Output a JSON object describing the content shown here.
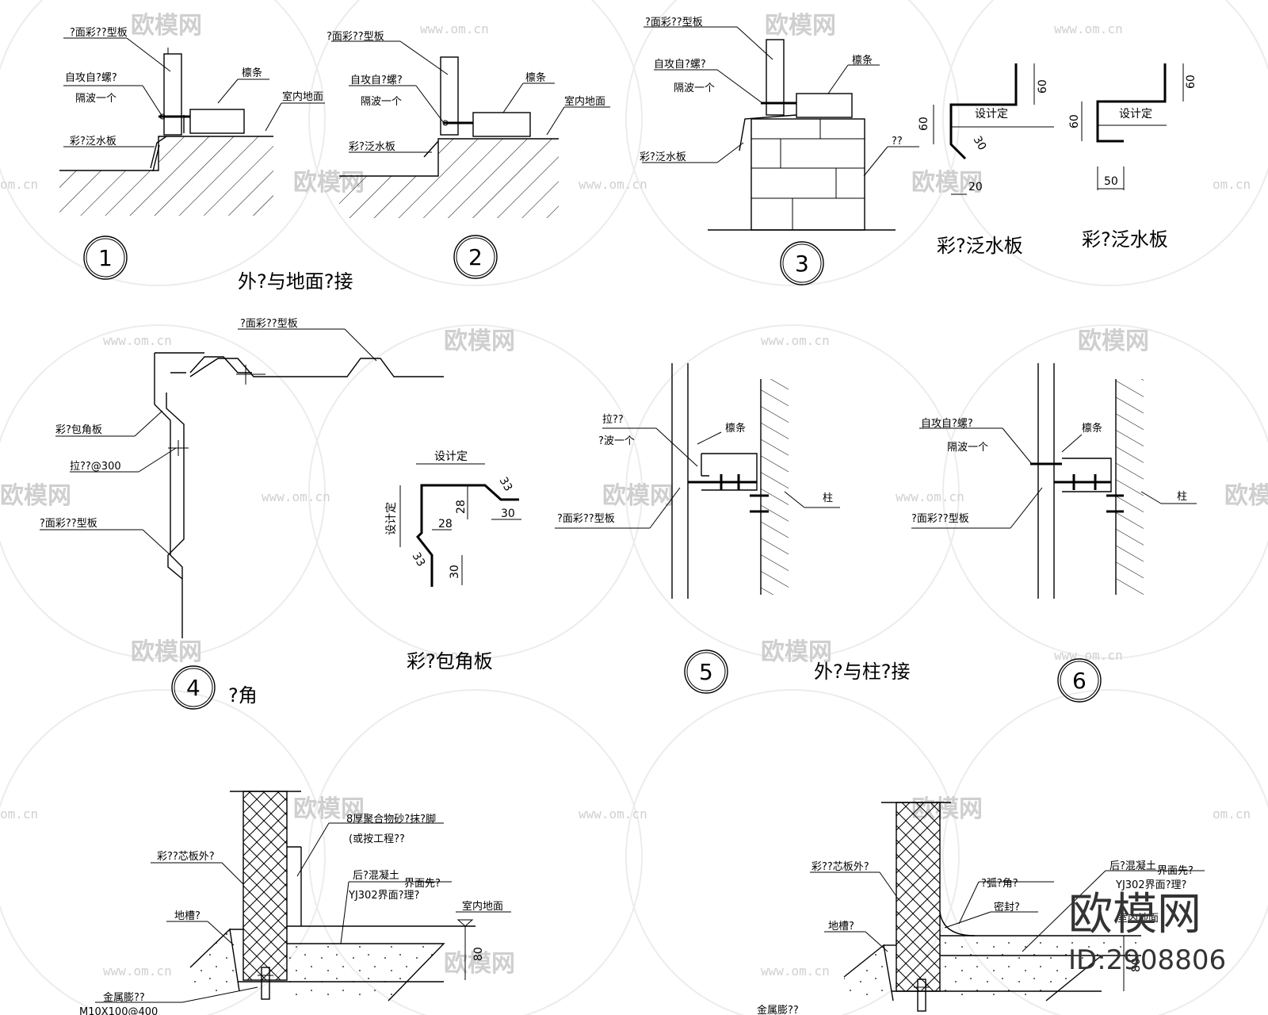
{
  "watermark": {
    "brand": "欧模网",
    "url": "www.om.cn",
    "url_short": "om.cn",
    "corner_brand": "欧模网",
    "corner_id": "ID:2908806"
  },
  "details": {
    "d1": {
      "number": "1",
      "labels": {
        "panel": "?面彩??型板",
        "screw": "自攻自?螺?",
        "gap": "隔波一个",
        "purlin": "檩条",
        "floor": "室内地面",
        "flashing": "彩?泛水板"
      }
    },
    "d2": {
      "number": "2",
      "labels": {
        "panel": "?面彩??型板",
        "screw": "自攻自?螺?",
        "gap": "隔波一个",
        "purlin": "檩条",
        "floor": "室内地面",
        "flashing": "彩?泛水板"
      }
    },
    "caption_12": "外?与地面?接",
    "d3": {
      "number": "3",
      "labels": {
        "panel": "?面彩??型板",
        "screw": "自攻自?螺?",
        "gap": "隔波一个",
        "purlin": "檩条",
        "flashing": "彩?泛水板",
        "wall": "??"
      }
    },
    "flashing_a": {
      "caption": "彩?泛水板",
      "dim_h": "60",
      "dim_v": "60",
      "dim_diag": "30",
      "dim_b": "20",
      "design": "设计定"
    },
    "flashing_b": {
      "caption": "彩?泛水板",
      "dim_h": "60",
      "dim_v": "60",
      "dim_b": "50",
      "design": "设计定"
    },
    "d4": {
      "number": "4",
      "caption": "?角",
      "labels": {
        "panel_top": "?面彩??型板",
        "corner": "彩?包角板",
        "rivet": "拉??@300",
        "panel_side": "?面彩??型板"
      }
    },
    "corner_plate": {
      "caption": "彩?包角板",
      "design_h": "设计定",
      "design_v": "设计定",
      "dims": [
        "33",
        "28",
        "28",
        "30",
        "33",
        "30"
      ]
    },
    "d5": {
      "number": "5",
      "labels": {
        "rivet": "拉??",
        "gap": "?波一个",
        "purlin": "檩条",
        "column": "柱",
        "panel": "?面彩??型板"
      }
    },
    "caption_56": "外?与柱?接",
    "d6": {
      "number": "6",
      "labels": {
        "screw": "自攻自?螺?",
        "gap": "隔波一个",
        "purlin": "檩条",
        "column": "柱",
        "panel": "?面彩??型板"
      }
    },
    "d7": {
      "labels": {
        "mortar": "8厚聚合物砂?抹?脚",
        "mortar2": "(或按工程??",
        "sandwich": "彩??芯板外?",
        "concrete": "后?混凝土",
        "interface": "界面先?",
        "yj": "YJ302界面?理?",
        "floor": "室内地面",
        "groove": "地槽?",
        "anchor": "金属膨??",
        "anchor_spec": "M10X100@400",
        "dim": "80"
      }
    },
    "d8": {
      "labels": {
        "sandwich": "彩??芯板外?",
        "concrete": "后?混凝土",
        "interface": "界面先?",
        "arc": "?弧?角?",
        "yj": "YJ302界面?理?",
        "seal": "密封?",
        "floor": "室内地面",
        "groove": "地槽?",
        "anchor": "金属膨??",
        "dim": "80"
      }
    }
  }
}
